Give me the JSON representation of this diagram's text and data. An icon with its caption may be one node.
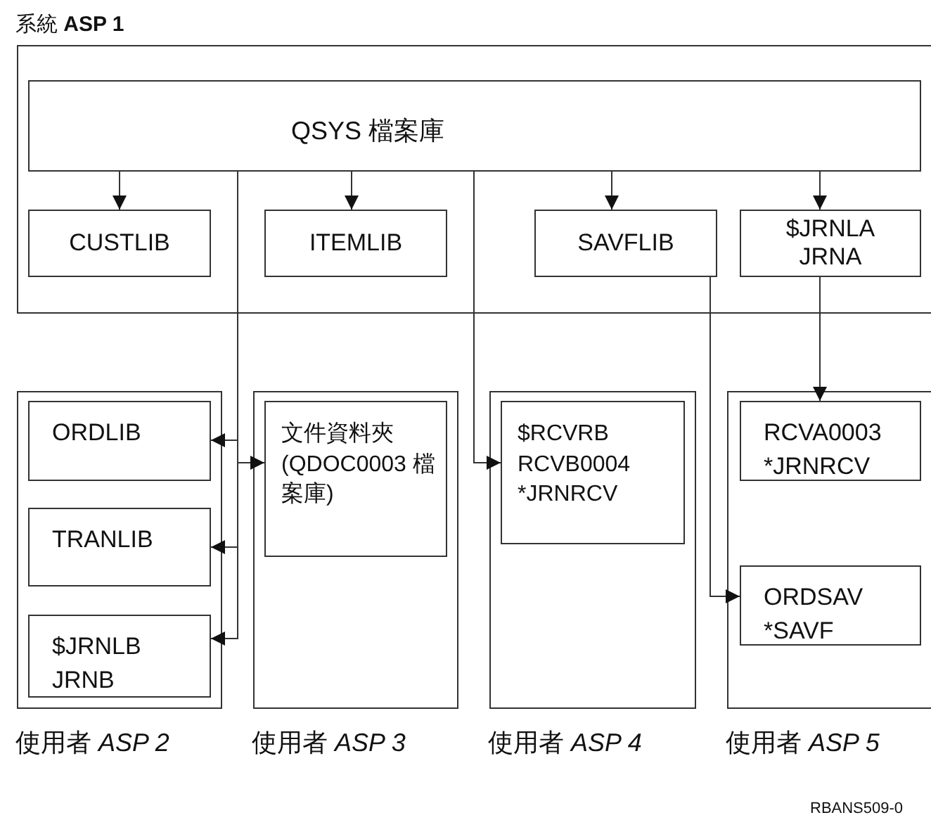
{
  "diagram": {
    "nodes": [
      {
        "text": [
          "系統 **ASP 1**"
        ]
      },
      {
        "text": [
          "QSYS 檔案庫"
        ],
        "in": 0
      },
      {
        "text": [
          "CUSTLIB"
        ],
        "in": 0
      },
      {
        "text": [
          "ITEMLIB"
        ],
        "in": 0
      },
      {
        "text": [
          "SAVFLIB"
        ],
        "in": 0
      },
      {
        "text": [
          "$JRNLA JRNA"
        ],
        "in": 0
      },
      {
        "text": [
          "使用者 *ASP 2*"
        ]
      },
      {
        "text": [
          "ORDLIB"
        ],
        "in": 6
      },
      {
        "text": [
          "TRANLIB"
        ],
        "in": 6
      },
      {
        "text": [
          "$JRNLB JRNB"
        ],
        "in": 6
      },
      {
        "text": [
          "使用者 *ASP 3*"
        ]
      },
      {
        "text": [
          "文件資料夾(QDOC0003 檔案庫)"
        ],
        "in": 10
      },
      {
        "text": [
          "使用者 *ASP 4*"
        ]
      },
      {
        "text": [
          "$RCVRB RCVB0004 *JRNRCV"
        ],
        "in": 12
      },
      {
        "text": [
          "使用者 *ASP 5*"
        ]
      },
      {
        "text": [
          "RCVA0003 *JRNRCV"
        ],
        "in": 14
      },
      {
        "text": [
          "ORDSAV *SAVF"
        ],
        "in": 14
      }
    ],
    "edges": [
      {
        "from": 1,
        "to": 2,
        "arrow": "to"
      },
      {
        "from": 1,
        "to": 3,
        "arrow": "to"
      },
      {
        "from": 1,
        "to": 4,
        "arrow": "to"
      },
      {
        "from": 1,
        "to": 5,
        "arrow": "to"
      },
      {
        "from": 1,
        "to": 7,
        "arrow": "to"
      },
      {
        "from": 1,
        "to": 8,
        "arrow": "to"
      },
      {
        "from": 1,
        "to": 9,
        "arrow": "to"
      },
      {
        "from": 1,
        "to": 11,
        "arrow": "to"
      },
      {
        "from": 1,
        "to": 13,
        "arrow": "to"
      },
      {
        "from": 4,
        "to": 16,
        "arrow": "to"
      },
      {
        "from": 5,
        "to": 15,
        "arrow": "to"
      }
    ],
    "labels": [
      "RBANS509-0"
    ]
  }
}
